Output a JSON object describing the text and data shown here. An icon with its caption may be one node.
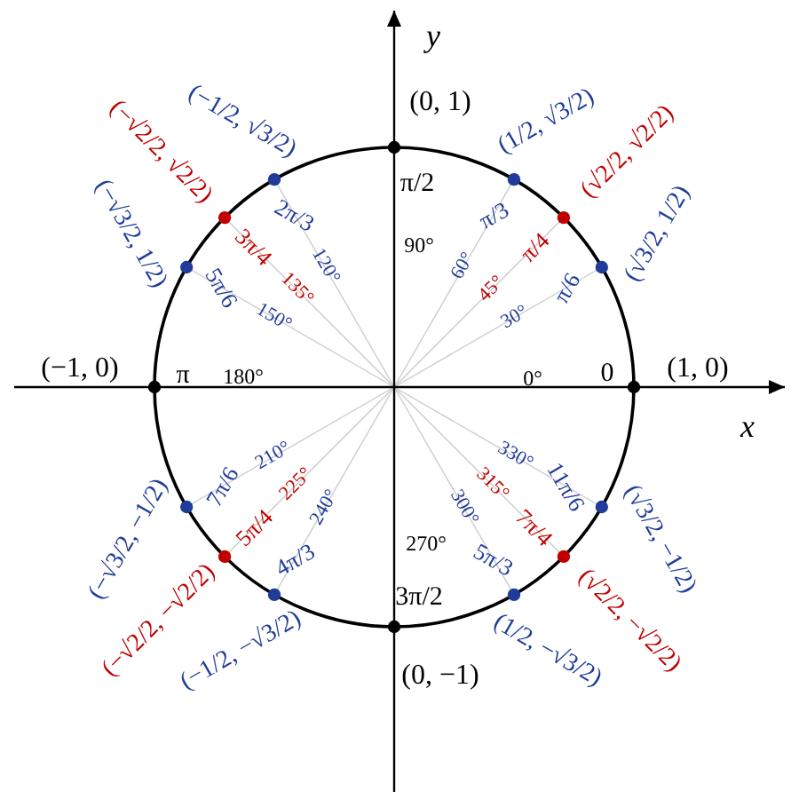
{
  "diagram": {
    "labels": [
      "y",
      "x",
      "(1, 0)",
      "0",
      "0°",
      "(√3/2, 1/2)",
      "π/6",
      "30°",
      "(√2/2, √2/2)",
      "π/4",
      "45°",
      "(1/2, √3/2)",
      "π/3",
      "60°",
      "(0, 1)",
      "π/2",
      "90°",
      "(−1/2, √3/2)",
      "2π/3",
      "120°",
      "(−√2/2, √2/2)",
      "3π/4",
      "135°",
      "(−√3/2, 1/2)",
      "5π/6",
      "150°",
      "(−1, 0)",
      "π",
      "180°",
      "(−√3/2, −1/2)",
      "7π/6",
      "210°",
      "(−√2/2, −√2/2)",
      "5π/4",
      "225°",
      "(−1/2, −√3/2)",
      "4π/3",
      "240°",
      "(0, −1)",
      "3π/2",
      "270°",
      "(1/2, −√3/2)",
      "5π/3",
      "300°",
      "(√2/2, −√2/2)",
      "7π/4",
      "315°",
      "(√3/2, −1/2)",
      "11π/6",
      "330°"
    ]
  }
}
